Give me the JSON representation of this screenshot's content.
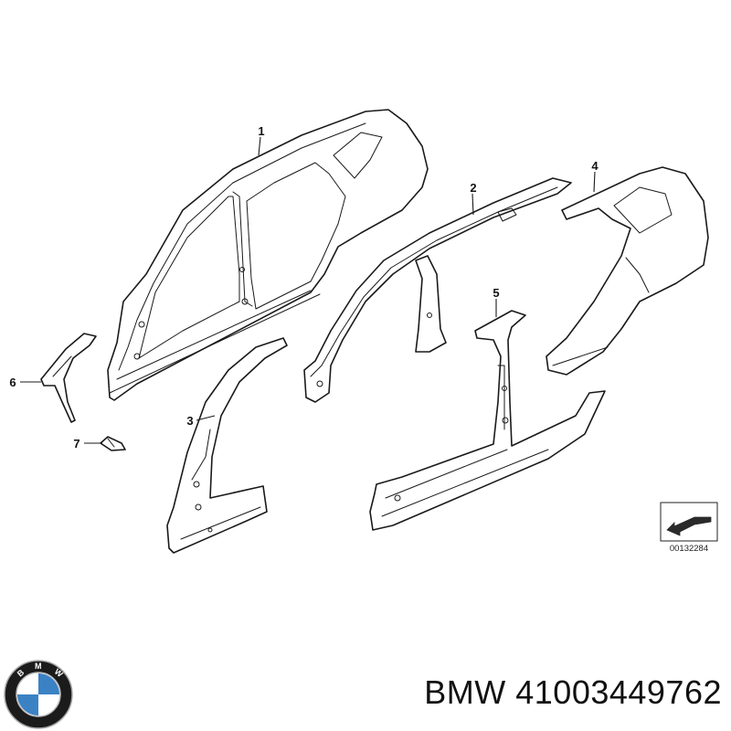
{
  "callouts": [
    "1",
    "2",
    "3",
    "4",
    "5",
    "6",
    "7"
  ],
  "diagram_ref": "00132284",
  "part_number_text": "BMW 41003449762",
  "logo": {
    "name": "bmw-roundel",
    "letters": "BMW",
    "colors": {
      "ring": "#1b1b1b",
      "blue": "#3b82c4",
      "white": "#ffffff"
    }
  }
}
